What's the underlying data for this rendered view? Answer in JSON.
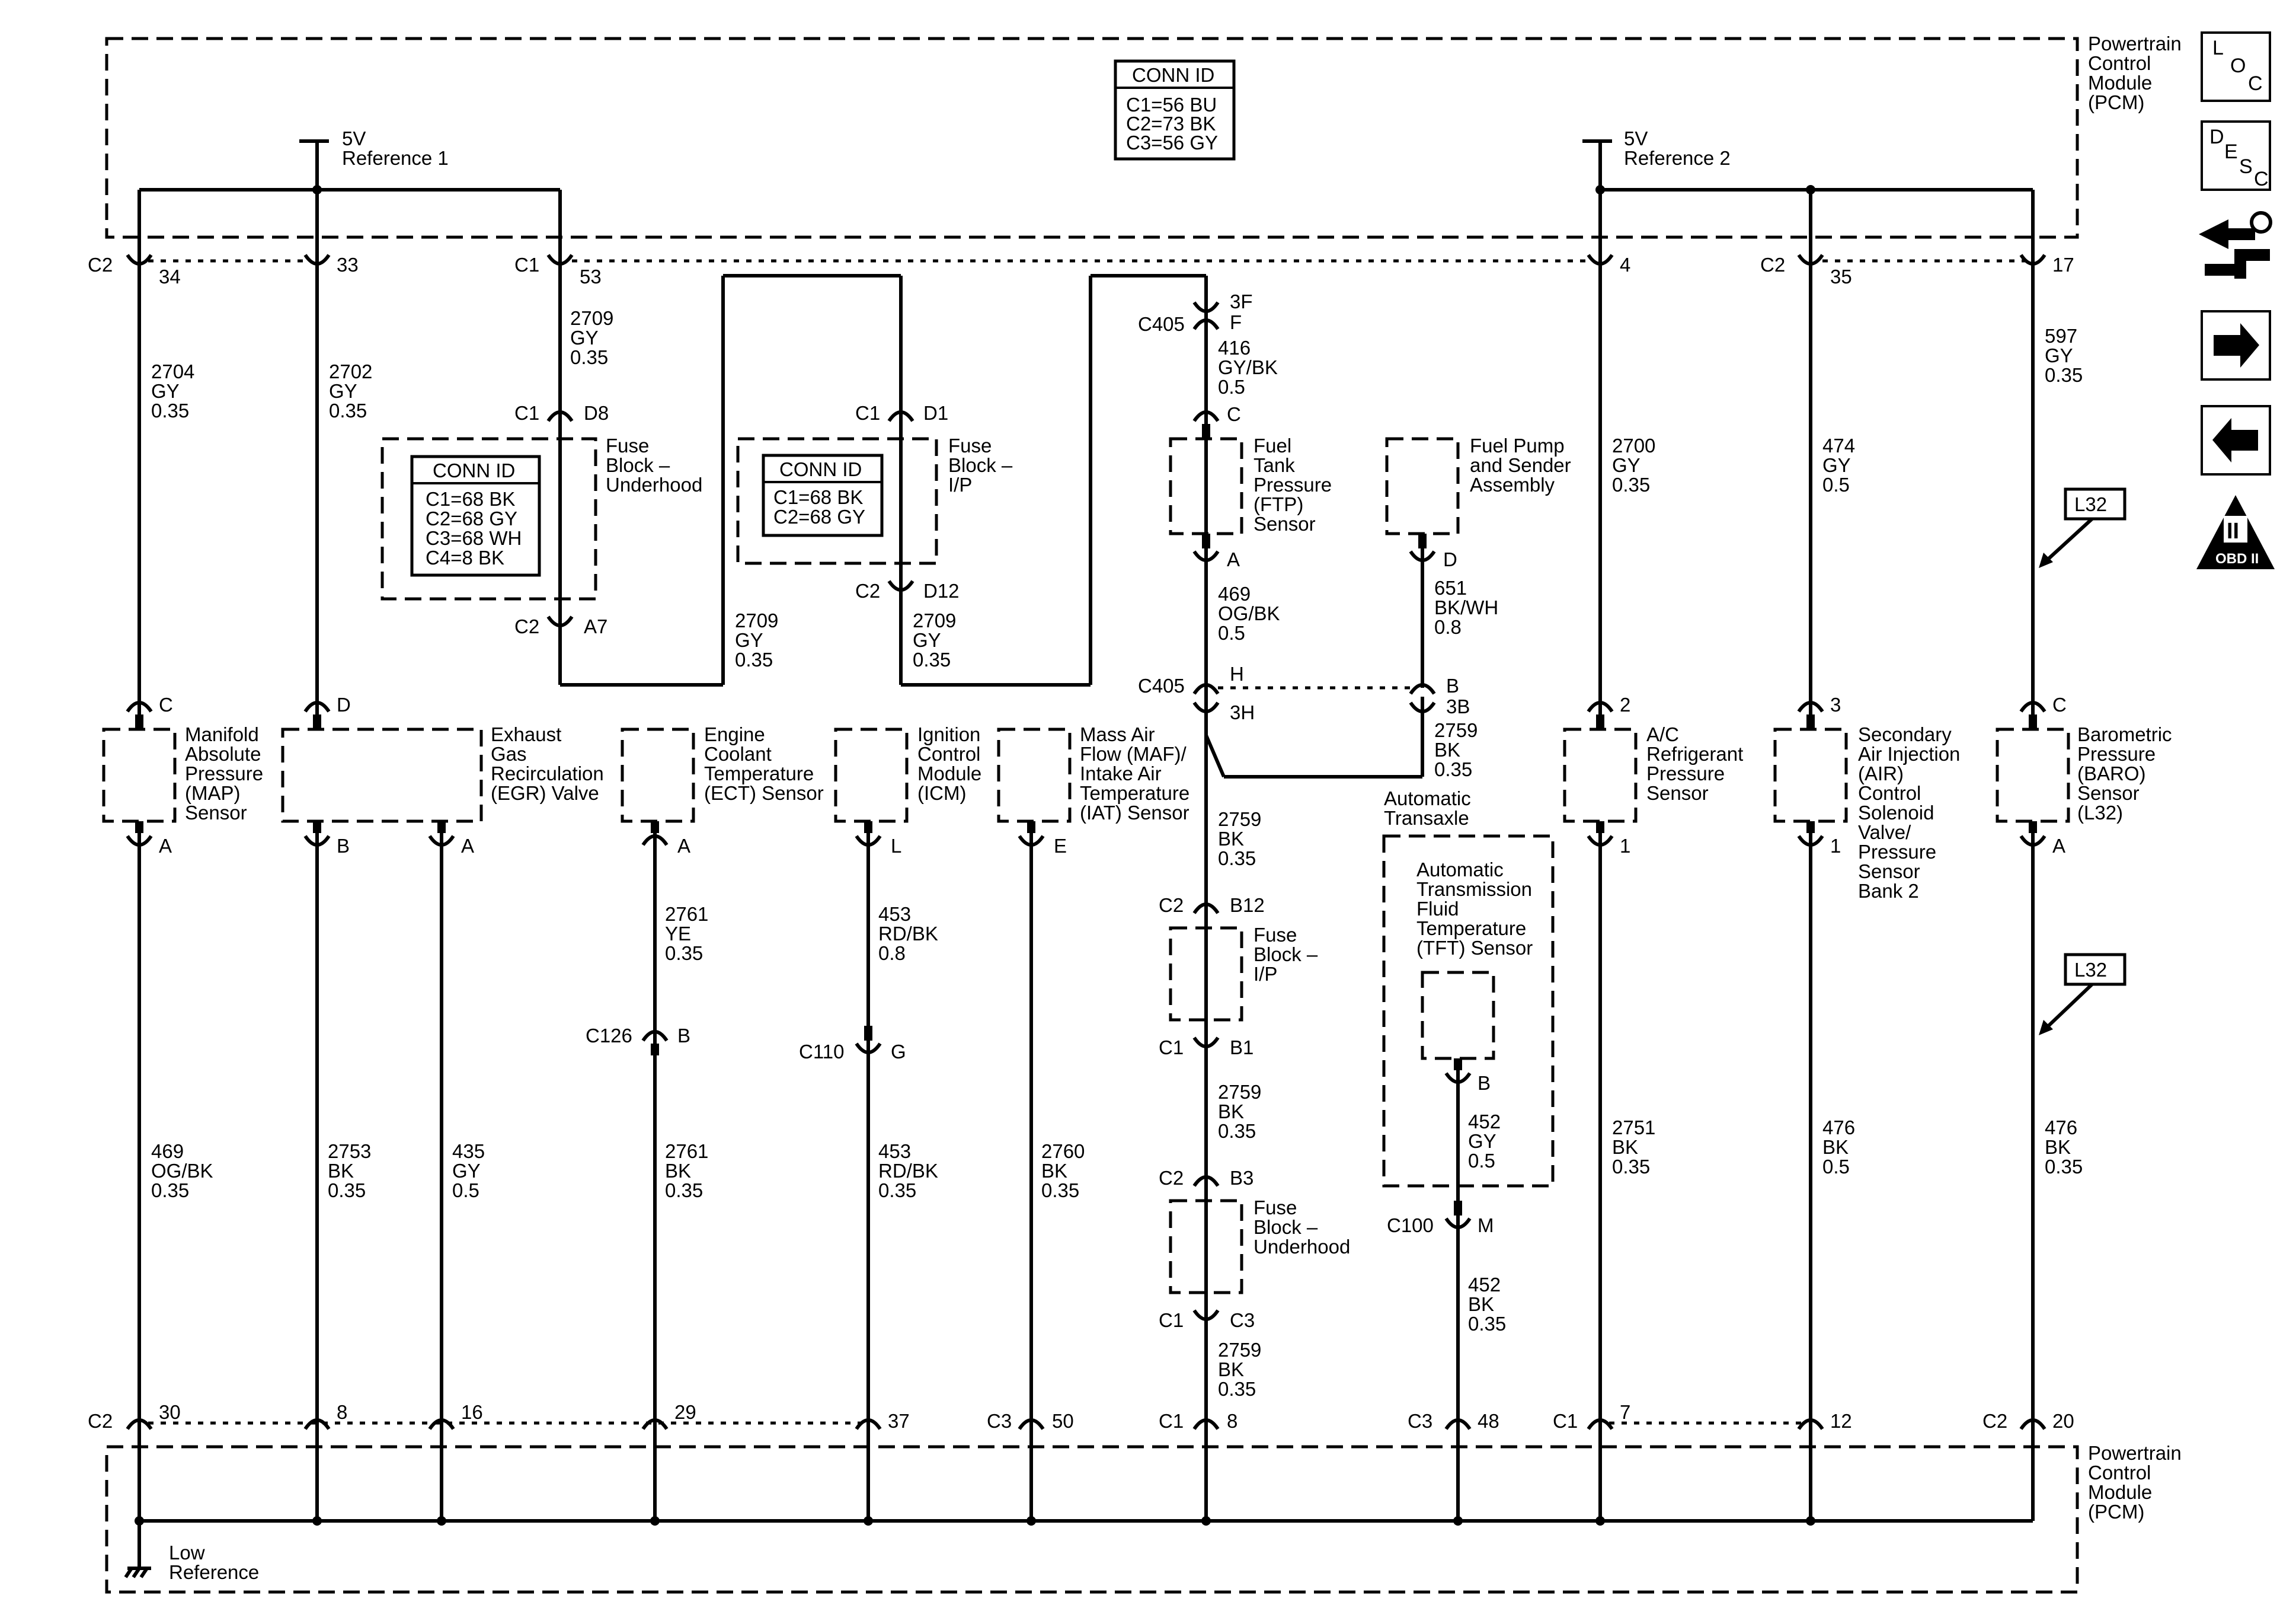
{
  "pcm": {
    "top_label": [
      "Powertrain",
      "Control",
      "Module",
      "(PCM)"
    ],
    "bottom_label": [
      "Powertrain",
      "Control",
      "Module",
      "(PCM)"
    ]
  },
  "conn_id_pcm": {
    "title": "CONN ID",
    "lines": [
      "C1=56 BU",
      "C2=73 BK",
      "C3=56 GY"
    ]
  },
  "conn_id_underhood": {
    "title": "CONN ID",
    "lines": [
      "C1=68 BK",
      "C2=68 GY",
      "C3=68 WH",
      "C4=8 BK"
    ]
  },
  "conn_id_ip": {
    "title": "CONN ID",
    "lines": [
      "C1=68 BK",
      "C2=68 GY"
    ]
  },
  "ref1": [
    "5V",
    "Reference 1"
  ],
  "ref2": [
    "5V",
    "Reference 2"
  ],
  "low_ref": [
    "Low",
    "Reference"
  ],
  "top_pins": [
    {
      "conn": "C2",
      "pin": "34"
    },
    {
      "conn": "",
      "pin": "33"
    },
    {
      "conn": "C1",
      "pin": "53"
    },
    {
      "conn": "",
      "pin": "4"
    },
    {
      "conn": "C2",
      "pin": "35"
    },
    {
      "conn": "",
      "pin": "17"
    }
  ],
  "bottom_pins": [
    {
      "conn": "C2",
      "pin": "30"
    },
    {
      "conn": "",
      "pin": "8"
    },
    {
      "conn": "",
      "pin": "16"
    },
    {
      "conn": "",
      "pin": "29"
    },
    {
      "conn": "",
      "pin": "37"
    },
    {
      "conn": "C3",
      "pin": "50"
    },
    {
      "conn": "C1",
      "pin": "8"
    },
    {
      "conn": "C3",
      "pin": "48"
    },
    {
      "conn": "C1",
      "pin": "7"
    },
    {
      "conn": "",
      "pin": "12"
    },
    {
      "conn": "C2",
      "pin": "20"
    }
  ],
  "wires": {
    "w2704": [
      "2704",
      "GY",
      "0.35"
    ],
    "w2702": [
      "2702",
      "GY",
      "0.35"
    ],
    "w2709a": [
      "2709",
      "GY",
      "0.35"
    ],
    "w2709b": [
      "2709",
      "GY",
      "0.35"
    ],
    "w2709c": [
      "2709",
      "GY",
      "0.35"
    ],
    "w416": [
      "416",
      "GY/BK",
      "0.5"
    ],
    "w469a": [
      "469",
      "OG/BK",
      "0.5"
    ],
    "w651": [
      "651",
      "BK/WH",
      "0.8"
    ],
    "w2759a": [
      "2759",
      "BK",
      "0.35"
    ],
    "w2759b": [
      "2759",
      "BK",
      "0.35"
    ],
    "w2759c": [
      "2759",
      "BK",
      "0.35"
    ],
    "w2759d": [
      "2759",
      "BK",
      "0.35"
    ],
    "w2700": [
      "2700",
      "GY",
      "0.35"
    ],
    "w474": [
      "474",
      "GY",
      "0.5"
    ],
    "w597": [
      "597",
      "GY",
      "0.35"
    ],
    "w2761a": [
      "2761",
      "YE",
      "0.35"
    ],
    "w2761b": [
      "2761",
      "BK",
      "0.35"
    ],
    "w453a": [
      "453",
      "RD/BK",
      "0.8"
    ],
    "w453b": [
      "453",
      "RD/BK",
      "0.35"
    ],
    "w469b": [
      "469",
      "OG/BK",
      "0.35"
    ],
    "w2753": [
      "2753",
      "BK",
      "0.35"
    ],
    "w435": [
      "435",
      "GY",
      "0.5"
    ],
    "w2760": [
      "2760",
      "BK",
      "0.35"
    ],
    "w452a": [
      "452",
      "GY",
      "0.5"
    ],
    "w452b": [
      "452",
      "BK",
      "0.35"
    ],
    "w2751": [
      "2751",
      "BK",
      "0.35"
    ],
    "w476a": [
      "476",
      "BK",
      "0.5"
    ],
    "w476b": [
      "476",
      "BK",
      "0.35"
    ]
  },
  "components": {
    "map": [
      "Manifold",
      "Absolute",
      "Pressure",
      "(MAP)",
      "Sensor"
    ],
    "egr": [
      "Exhaust",
      "Gas",
      "Recirculation",
      "(EGR) Valve"
    ],
    "ect": [
      "Engine",
      "Coolant",
      "Temperature",
      "(ECT) Sensor"
    ],
    "icm": [
      "Ignition",
      "Control",
      "Module",
      "(ICM)"
    ],
    "maf": [
      "Mass Air",
      "Flow (MAF)/",
      "Intake Air",
      "Temperature",
      "(IAT) Sensor"
    ],
    "ftp": [
      "Fuel",
      "Tank",
      "Pressure",
      "(FTP)",
      "Sensor"
    ],
    "fuel_pump": [
      "Fuel Pump",
      "and Sender",
      "Assembly"
    ],
    "ac": [
      "A/C",
      "Refrigerant",
      "Pressure",
      "Sensor"
    ],
    "air": [
      "Secondary",
      "Air Injection",
      "(AIR)",
      "Control",
      "Solenoid",
      "Valve/",
      "Pressure",
      "Sensor",
      "Bank 2"
    ],
    "baro": [
      "Barometric",
      "Pressure",
      "(BARO)",
      "Sensor",
      "(L32)"
    ],
    "fuse_underhood_top": [
      "Fuse",
      "Block –",
      "Underhood"
    ],
    "fuse_ip_top": [
      "Fuse",
      "Block –",
      "I/P"
    ],
    "fuse_ip_mid": [
      "Fuse",
      "Block –",
      "I/P"
    ],
    "fuse_underhood_mid": [
      "Fuse",
      "Block –",
      "Underhood"
    ],
    "transaxle": [
      "Automatic",
      "Transaxle"
    ],
    "tft": [
      "Automatic",
      "Transmission",
      "Fluid",
      "Temperature",
      "(TFT) Sensor"
    ]
  },
  "pin_labels": {
    "map_c": "C",
    "map_a": "A",
    "egr_d": "D",
    "egr_b": "B",
    "egr_a": "A",
    "ect_a": "A",
    "icm_l": "L",
    "maf_e": "E",
    "ftp_c": "C",
    "ftp_a": "A",
    "fp_d": "D",
    "ac_2": "2",
    "ac_1": "1",
    "air_3": "3",
    "air_1": "1",
    "baro_c": "C",
    "baro_a": "A",
    "tft_b": "B",
    "c1d8": [
      "C1",
      "D8"
    ],
    "c2a7": [
      "C2",
      "A7"
    ],
    "c1d1": [
      "C1",
      "D1"
    ],
    "c2d12": [
      "C2",
      "D12"
    ],
    "c405f": [
      "C405",
      "3F",
      "F"
    ],
    "c405h": [
      "C405",
      "H",
      "3H"
    ],
    "b3b": [
      "B",
      "3B"
    ],
    "c2b12": [
      "C2",
      "B12"
    ],
    "c1b1": [
      "C1",
      "B1"
    ],
    "c2b3": [
      "C2",
      "B3"
    ],
    "c1c3": [
      "C1",
      "C3"
    ],
    "c126b": [
      "C126",
      "B"
    ],
    "c110g": [
      "C110",
      "G"
    ],
    "c100m": [
      "C100",
      "M"
    ]
  },
  "option_tag": "L32",
  "nav": {
    "loc": [
      "L",
      "O",
      "C"
    ],
    "desc": [
      "D",
      "E",
      "S",
      "C"
    ],
    "obd": "OBD II",
    "obd_roman": "II"
  }
}
